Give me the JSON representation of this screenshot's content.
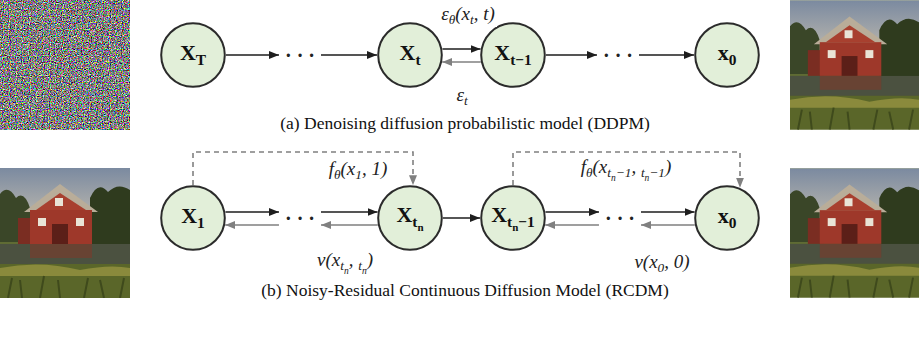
{
  "diagram": {
    "nodes": [
      {
        "text": [
          "XT"
        ]
      },
      {
        "text": [
          "Xt"
        ]
      },
      {
        "text": [
          "Xt−1"
        ]
      },
      {
        "text": [
          "x0"
        ]
      },
      {
        "text": [
          "X1"
        ]
      },
      {
        "text": [
          "Xtn"
        ]
      },
      {
        "text": [
          "Xtn−1"
        ]
      },
      {
        "text": [
          "x0"
        ]
      }
    ],
    "edges": [
      {
        "from": 0,
        "to": 1,
        "arrow": "to"
      },
      {
        "from": 1,
        "to": 2,
        "arrow": "to",
        "label": "εθ(xt, t)"
      },
      {
        "from": 2,
        "to": 1,
        "arrow": "to",
        "label": "εt"
      },
      {
        "from": 2,
        "to": 3,
        "arrow": "to"
      },
      {
        "from": 4,
        "to": 5,
        "arrow": "to"
      },
      {
        "from": 5,
        "to": 4,
        "arrow": "to",
        "label": "v(xtn, tn)"
      },
      {
        "from": 4,
        "to": 5,
        "arrow": "to",
        "label": "fθ(x1, 1)"
      },
      {
        "from": 5,
        "to": 6,
        "arrow": "to"
      },
      {
        "from": 6,
        "to": 7,
        "arrow": "to"
      },
      {
        "from": 7,
        "to": 6,
        "arrow": "to",
        "label": "v(x0, 0)"
      },
      {
        "from": 6,
        "to": 7,
        "arrow": "to",
        "label": "fθ(xtn−1, tn−1)"
      }
    ],
    "labels": [
      "· · ·",
      "· · ·",
      "(a) Denoising diffusion probabilistic model (DDPM)",
      "· · ·",
      "· · ·",
      "(b) Noisy-Residual Continuous Diffusion Model (RCDM)"
    ]
  }
}
